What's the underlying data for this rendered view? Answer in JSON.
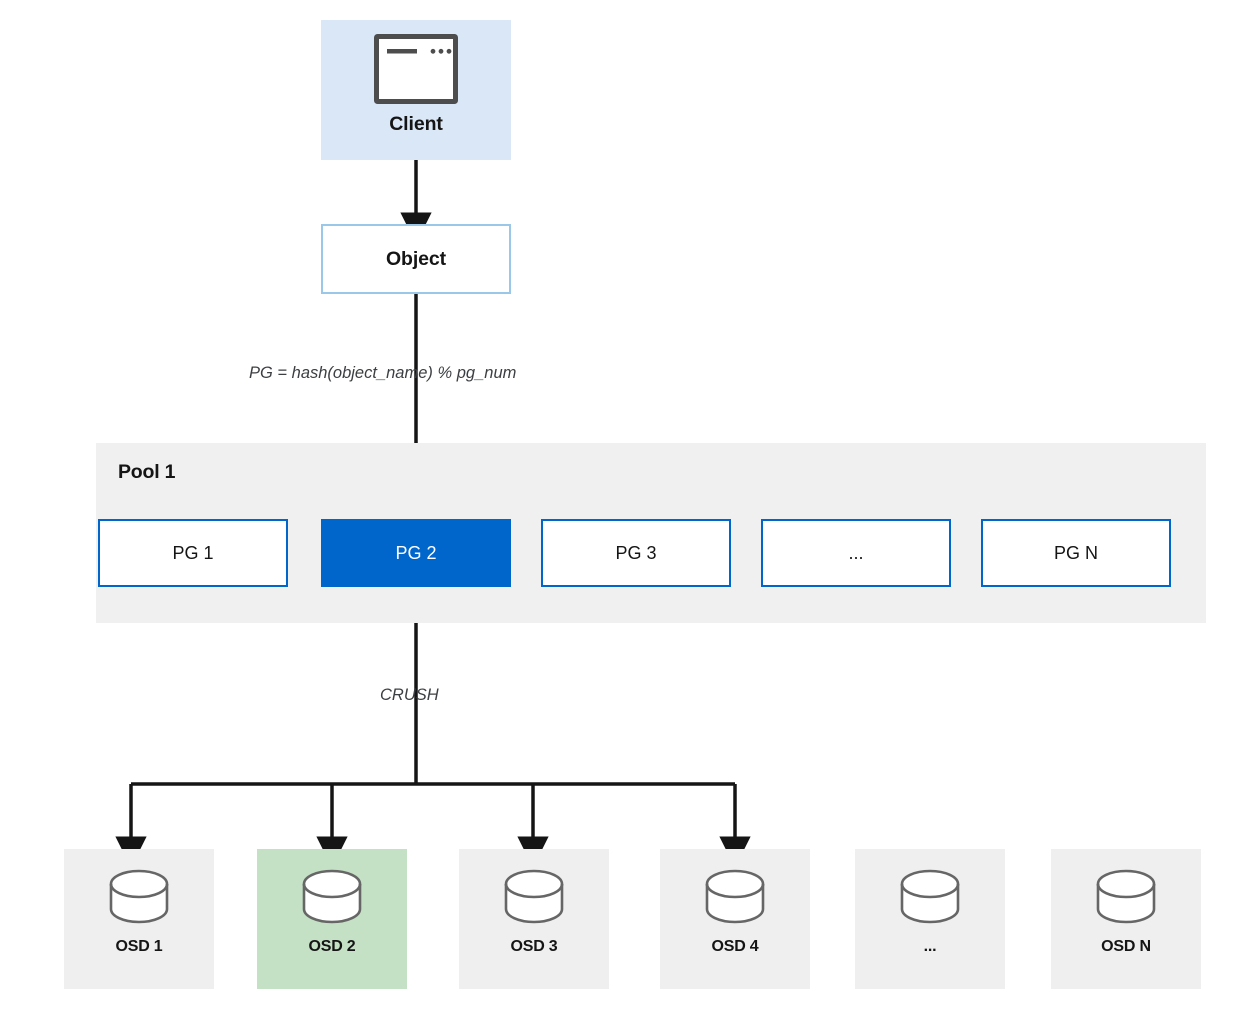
{
  "diagram": {
    "title": "Ceph object to placement group to OSD mapping",
    "colors": {
      "client_bg": "#D9E7F6",
      "object_border": "#9BC8E8",
      "pool_bg": "#F0F0F0",
      "pg_border": "#0066CC",
      "pg_selected_bg": "#0066CC",
      "osd_bg": "#EFEFEF",
      "osd_highlight_bg": "#C5E1C5",
      "line": "#151515",
      "icon_stroke": "#4D4D4D",
      "disk_stroke": "#666666"
    }
  },
  "client": {
    "label": "Client",
    "icon": "window-icon"
  },
  "object": {
    "label": "Object"
  },
  "hash_formula": "PG = hash(object_name) % pg_num",
  "crush_label": "CRUSH",
  "pool": {
    "title": "Pool 1",
    "placement_groups": [
      {
        "label": "PG 1",
        "selected": false
      },
      {
        "label": "PG 2",
        "selected": true
      },
      {
        "label": "PG 3",
        "selected": false
      },
      {
        "label": "...",
        "selected": false
      },
      {
        "label": "PG N",
        "selected": false
      }
    ]
  },
  "osds": [
    {
      "label": "OSD 1",
      "highlight": false,
      "has_arrow": true
    },
    {
      "label": "OSD 2",
      "highlight": true,
      "has_arrow": true
    },
    {
      "label": "OSD 3",
      "highlight": false,
      "has_arrow": true
    },
    {
      "label": "OSD 4",
      "highlight": false,
      "has_arrow": true
    },
    {
      "label": "...",
      "highlight": false,
      "has_arrow": false
    },
    {
      "label": "OSD N",
      "highlight": false,
      "has_arrow": false
    }
  ]
}
